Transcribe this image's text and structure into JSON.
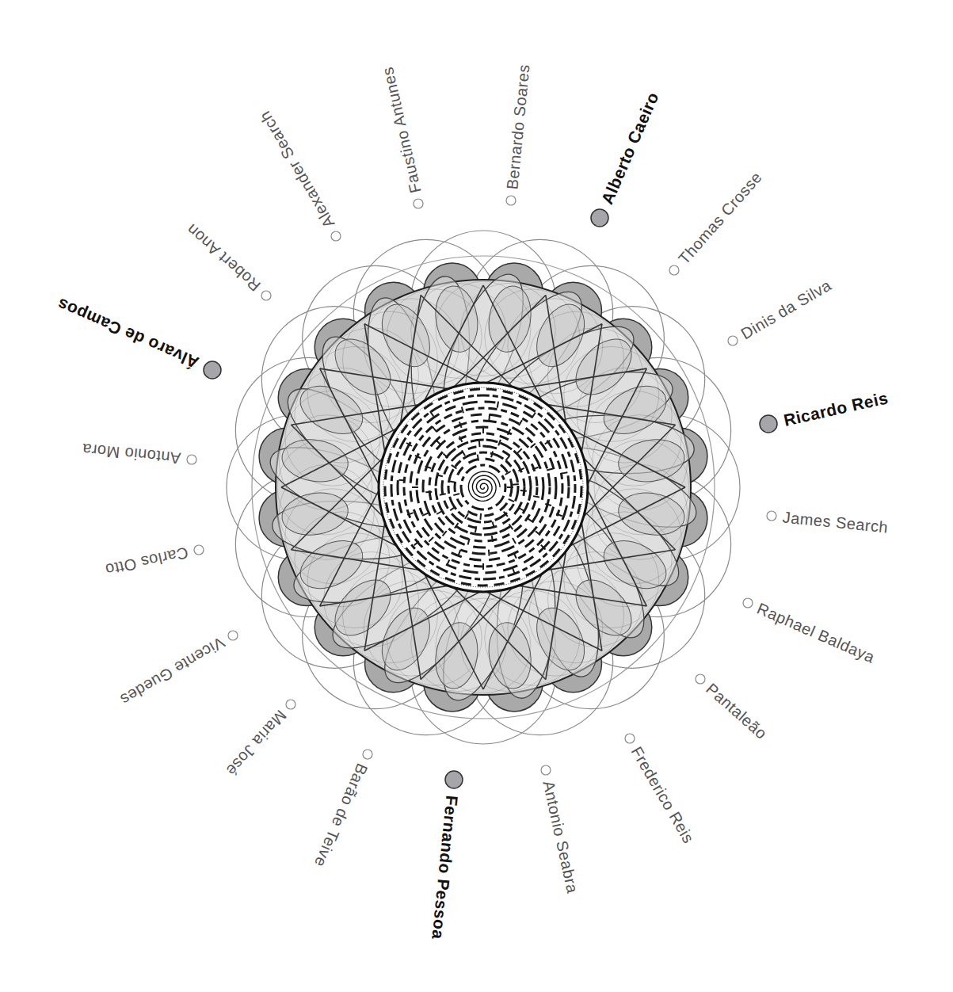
{
  "diagram": {
    "labels": [
      "Bernardo Soares",
      "Alberto Caeiro",
      "Thomas Crosse",
      "Dinis da Silva",
      "Ricardo Reis",
      "James Search",
      "Raphael Baldaya",
      "Pantaleão",
      "Frederico Reis",
      "Antonio Seabra",
      "Fernando Pessoa",
      "Barão de Teive",
      "Maria José",
      "Vicente Guedes",
      "Carlos Otto",
      "Antonio Mora",
      "Álvaro de Campos",
      "Robert Anon",
      "Alexander Search",
      "Faustino Antunes"
    ]
  }
}
